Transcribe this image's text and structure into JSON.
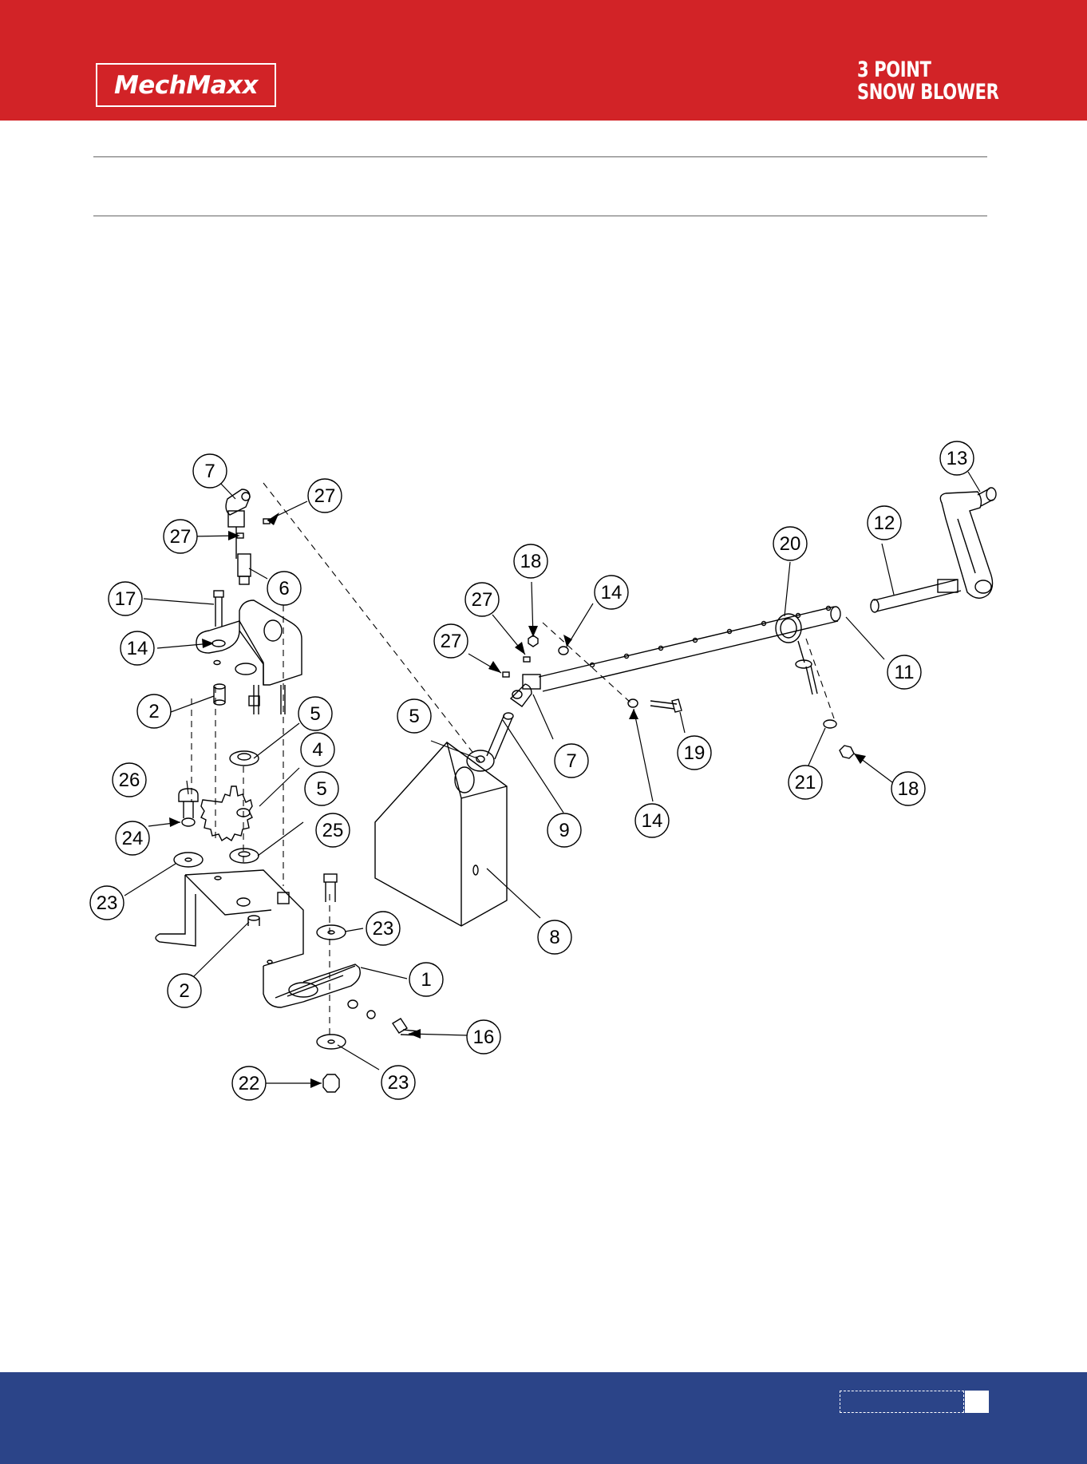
{
  "brand": {
    "logo_text": "MechMaxx",
    "red": "#d22327",
    "blue": "#2b4488"
  },
  "product": {
    "line1": "3 POINT",
    "line2": "SNOW BLOWER"
  },
  "footer": {
    "page_number": ""
  },
  "callouts": [
    "7",
    "27",
    "27",
    "6",
    "17",
    "14",
    "2",
    "5",
    "4",
    "5",
    "26",
    "24",
    "23",
    "25",
    "23",
    "2",
    "1",
    "16",
    "22",
    "23",
    "18",
    "14",
    "27",
    "27",
    "5",
    "7",
    "9",
    "8",
    "14",
    "19",
    "20",
    "12",
    "13",
    "11",
    "21",
    "18"
  ]
}
